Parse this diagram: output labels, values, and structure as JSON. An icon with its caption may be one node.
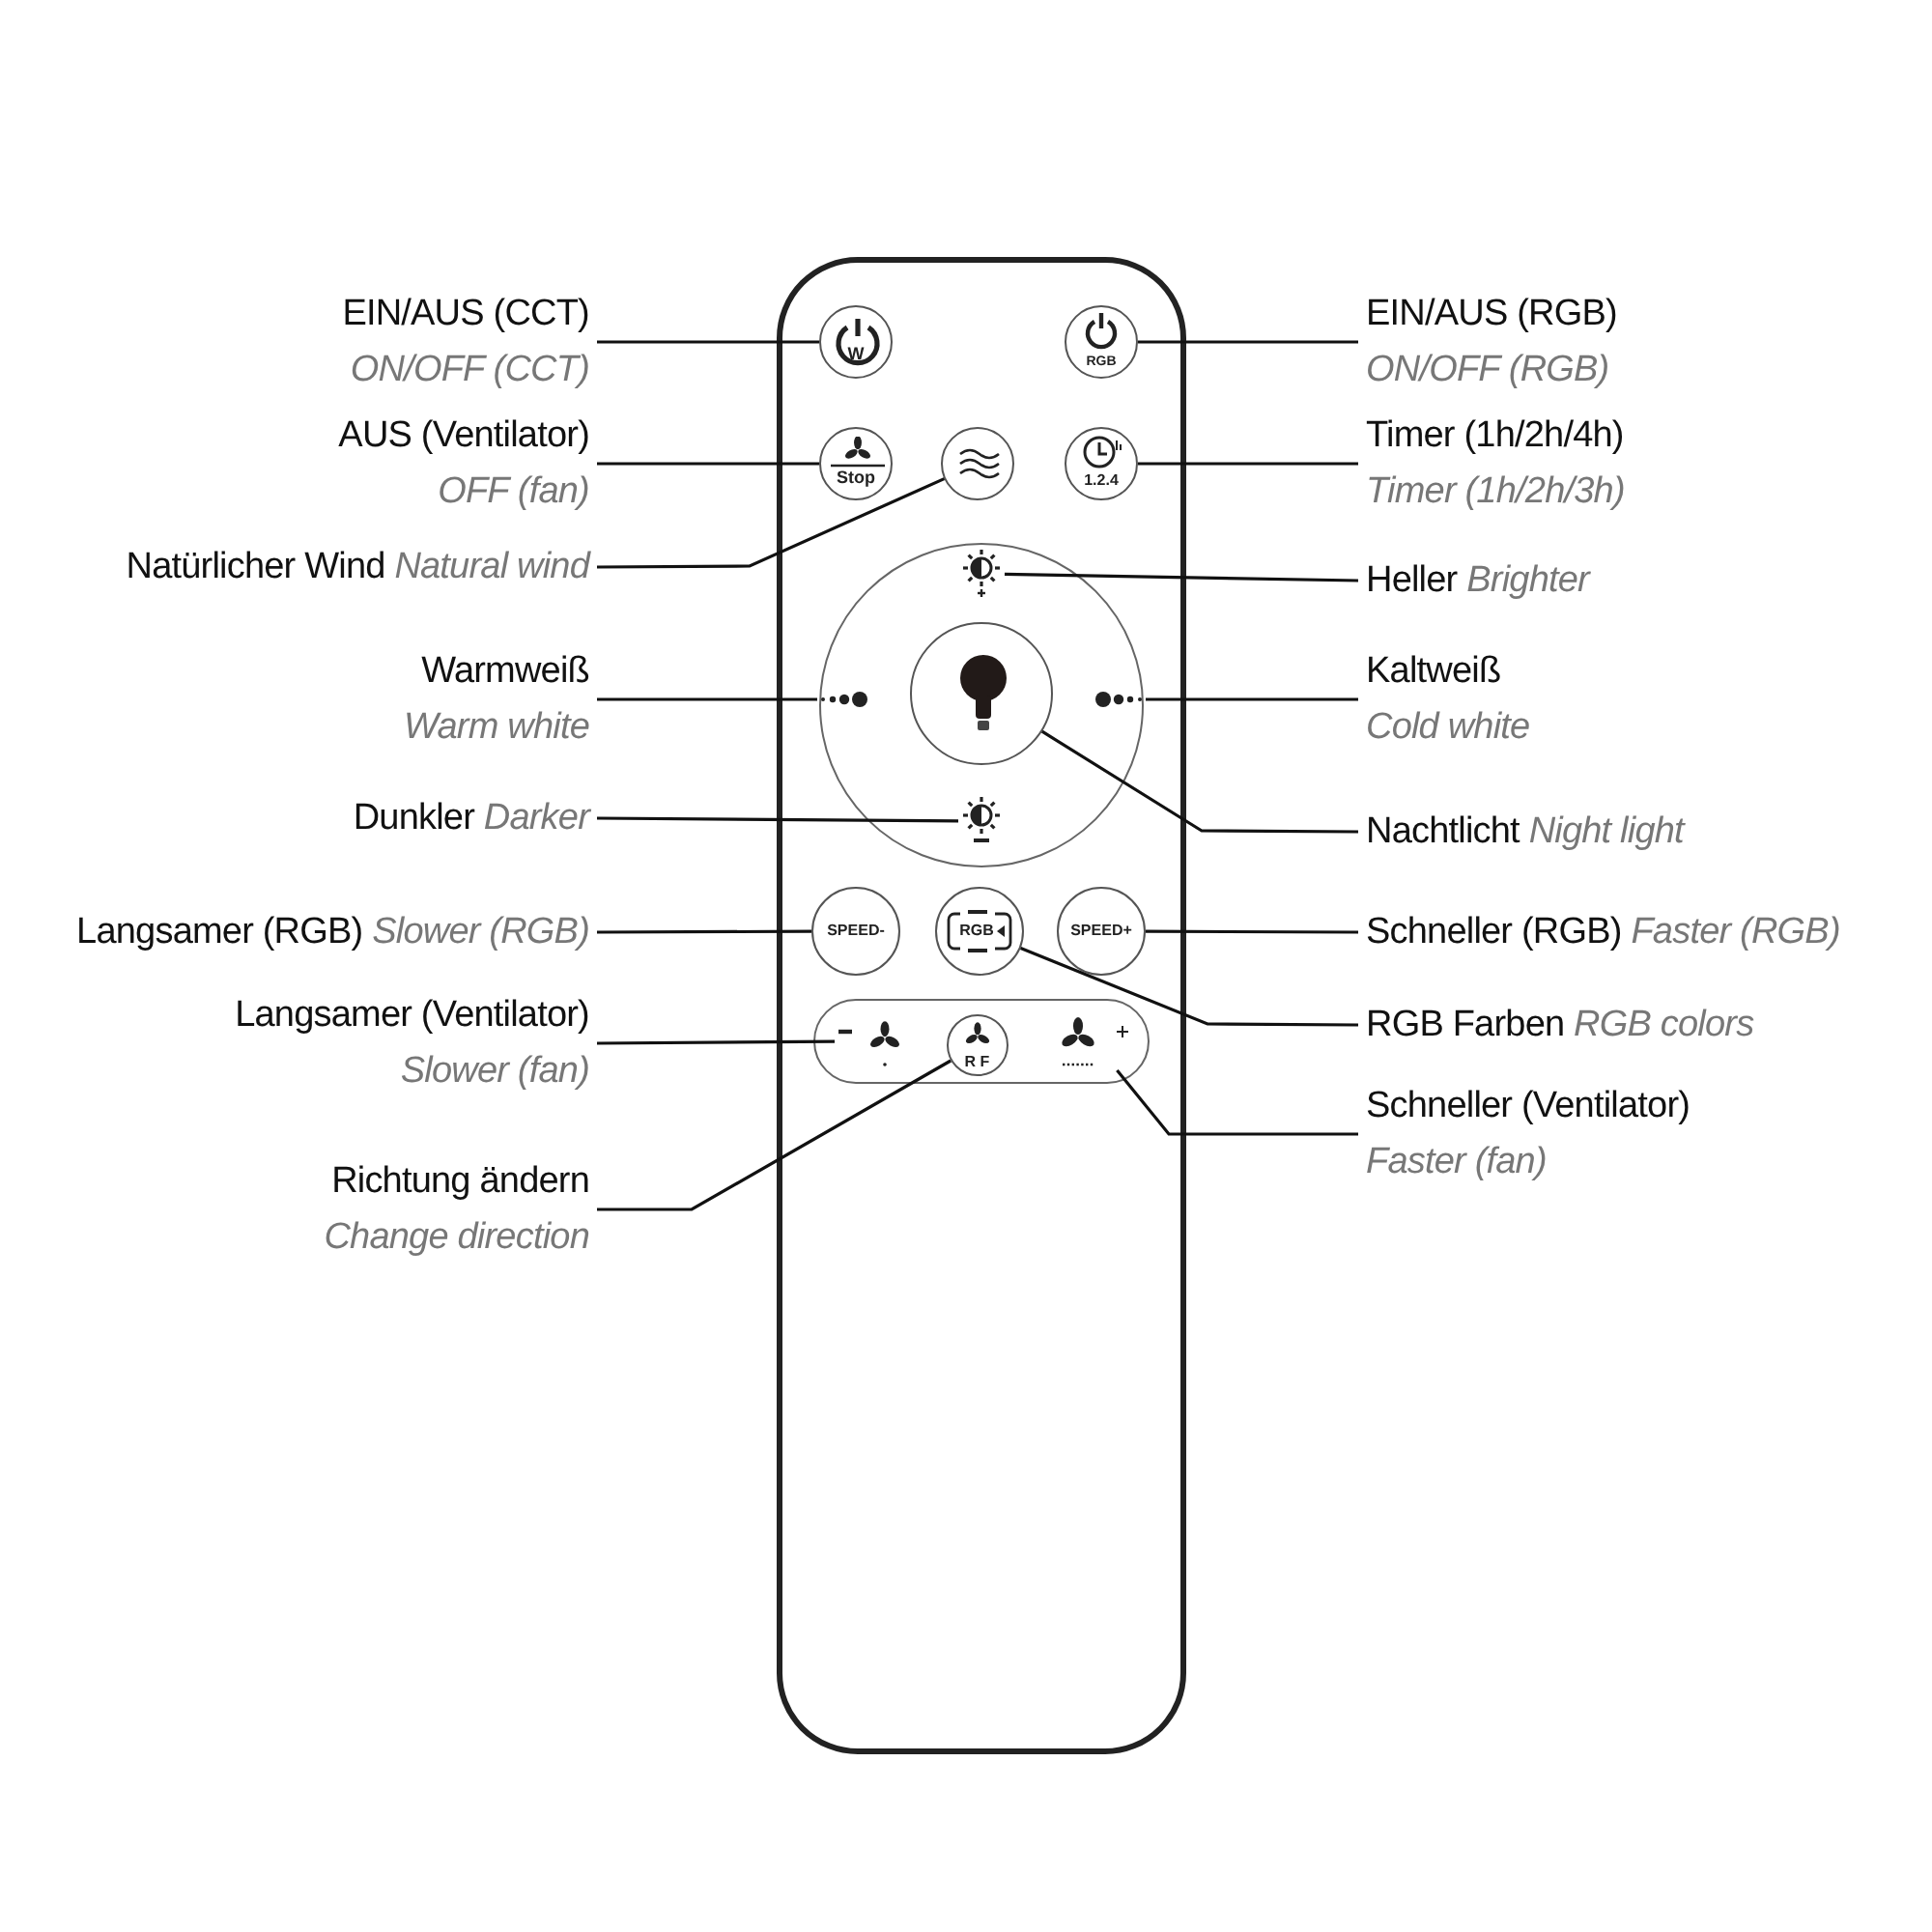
{
  "diagram": {
    "nodes": [
      {
        "text": [],
        "shape": "box"
      },
      {
        "text": [
          "W"
        ],
        "in": 0
      },
      {
        "text": [
          "RGB"
        ],
        "in": 0
      },
      {
        "text": [
          "Stop"
        ],
        "in": 0
      },
      {
        "text": [],
        "shape": "circle",
        "in": 0
      },
      {
        "text": [
          "1.2.4"
        ],
        "in": 0
      },
      {
        "text": [],
        "shape": "circle",
        "in": 0
      },
      {
        "text": [],
        "shape": "picture",
        "in": 6
      },
      {
        "text": [],
        "shape": "picture",
        "in": 6
      },
      {
        "text": [],
        "shape": "circle",
        "in": 6
      },
      {
        "text": [],
        "shape": "picture",
        "in": 6
      },
      {
        "text": [],
        "shape": "picture",
        "in": 6
      },
      {
        "text": [
          "SPEED-"
        ],
        "in": 0
      },
      {
        "text": [
          "RGB"
        ],
        "in": 0
      },
      {
        "text": [
          "SPEED+"
        ],
        "in": 0
      },
      {
        "text": [],
        "shape": "box",
        "in": 0
      },
      {
        "text": [],
        "shape": "picture",
        "in": 15
      },
      {
        "text": [
          "R F"
        ],
        "in": 15
      },
      {
        "text": [],
        "shape": "picture",
        "in": 15
      },
      {
        "text": [
          "EIN/AUS (CCT)",
          "ON/OFF (CCT)"
        ]
      },
      {
        "text": [
          "AUS (Ventilator)",
          "OFF (fan)"
        ]
      },
      {
        "text": [
          "Natürlicher Wind",
          "Natural wind"
        ]
      },
      {
        "text": [
          "Warmweiß",
          "Warm white"
        ]
      },
      {
        "text": [
          "Dunkler",
          "Darker"
        ]
      },
      {
        "text": [
          "Langsamer (RGB)",
          "Slower (RGB)"
        ]
      },
      {
        "text": [
          "Langsamer (Ventilator)",
          "Slower (fan)"
        ]
      },
      {
        "text": [
          "Richtung ändern",
          "Change direction"
        ]
      },
      {
        "text": [
          "EIN/AUS (RGB)",
          "ON/OFF (RGB)"
        ]
      },
      {
        "text": [
          "Timer (1h/2h/4h)",
          "Timer (1h/2h/3h)"
        ]
      },
      {
        "text": [
          "Heller",
          "Brighter"
        ]
      },
      {
        "text": [
          "Kaltweiß",
          "Cold white"
        ]
      },
      {
        "text": [
          "Nachtlicht",
          "Night light"
        ]
      },
      {
        "text": [
          "Schneller (RGB)",
          "Faster (RGB)"
        ]
      },
      {
        "text": [
          "RGB Farben",
          "RGB colors"
        ]
      },
      {
        "text": [
          "Schneller (Ventilator)",
          "Faster (fan)"
        ]
      }
    ],
    "edges": [
      {
        "from": 19,
        "to": 1,
        "arrow": "none"
      },
      {
        "from": 20,
        "to": 3,
        "arrow": "none"
      },
      {
        "from": 21,
        "to": 4,
        "arrow": "none"
      },
      {
        "from": 22,
        "to": 8,
        "arrow": "none"
      },
      {
        "from": 23,
        "to": 11,
        "arrow": "none"
      },
      {
        "from": 24,
        "to": 12,
        "arrow": "none"
      },
      {
        "from": 25,
        "to": 16,
        "arrow": "none"
      },
      {
        "from": 26,
        "to": 17,
        "arrow": "none"
      },
      {
        "from": 27,
        "to": 2,
        "arrow": "none"
      },
      {
        "from": 28,
        "to": 5,
        "arrow": "none"
      },
      {
        "from": 29,
        "to": 7,
        "arrow": "none"
      },
      {
        "from": 30,
        "to": 10,
        "arrow": "none"
      },
      {
        "from": 31,
        "to": 9,
        "arrow": "none"
      },
      {
        "from": 32,
        "to": 14,
        "arrow": "none"
      },
      {
        "from": 33,
        "to": 13,
        "arrow": "none"
      },
      {
        "from": 34,
        "to": 18,
        "arrow": "none"
      }
    ]
  }
}
